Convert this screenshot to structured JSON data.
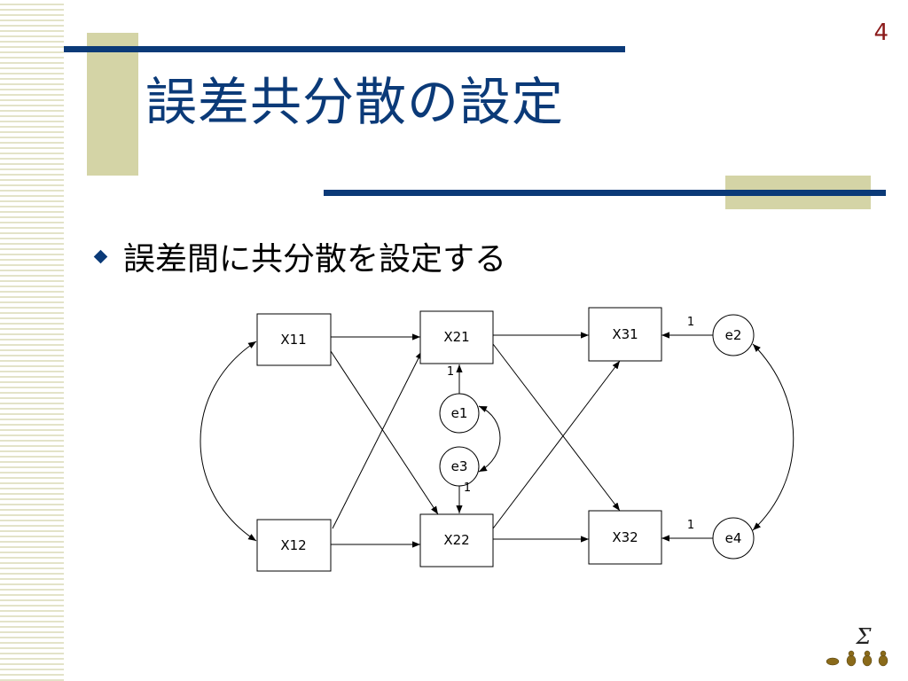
{
  "slide": {
    "page_number": "4",
    "title": "誤差共分散の設定",
    "bullet_text": "誤差間に共分散を設定する"
  },
  "diagram": {
    "boxes": {
      "x11": "X11",
      "x12": "X12",
      "x21": "X21",
      "x22": "X22",
      "x31": "X31",
      "x32": "X32"
    },
    "errors": {
      "e1": "e1",
      "e2": "e2",
      "e3": "e3",
      "e4": "e4"
    },
    "path_weights": {
      "e1_x21": "1",
      "e3_x22": "1",
      "e2_x31": "1",
      "e4_x32": "1"
    }
  },
  "logo": {
    "symbol": "Σ"
  },
  "colors": {
    "title": "#0b3a78",
    "rule": "#0b3a78",
    "accent_box": "#d4d4a6",
    "stripe": "#e3e3c8",
    "page_number": "#8b1a1a",
    "bullet_marker": "#0b3a78"
  }
}
